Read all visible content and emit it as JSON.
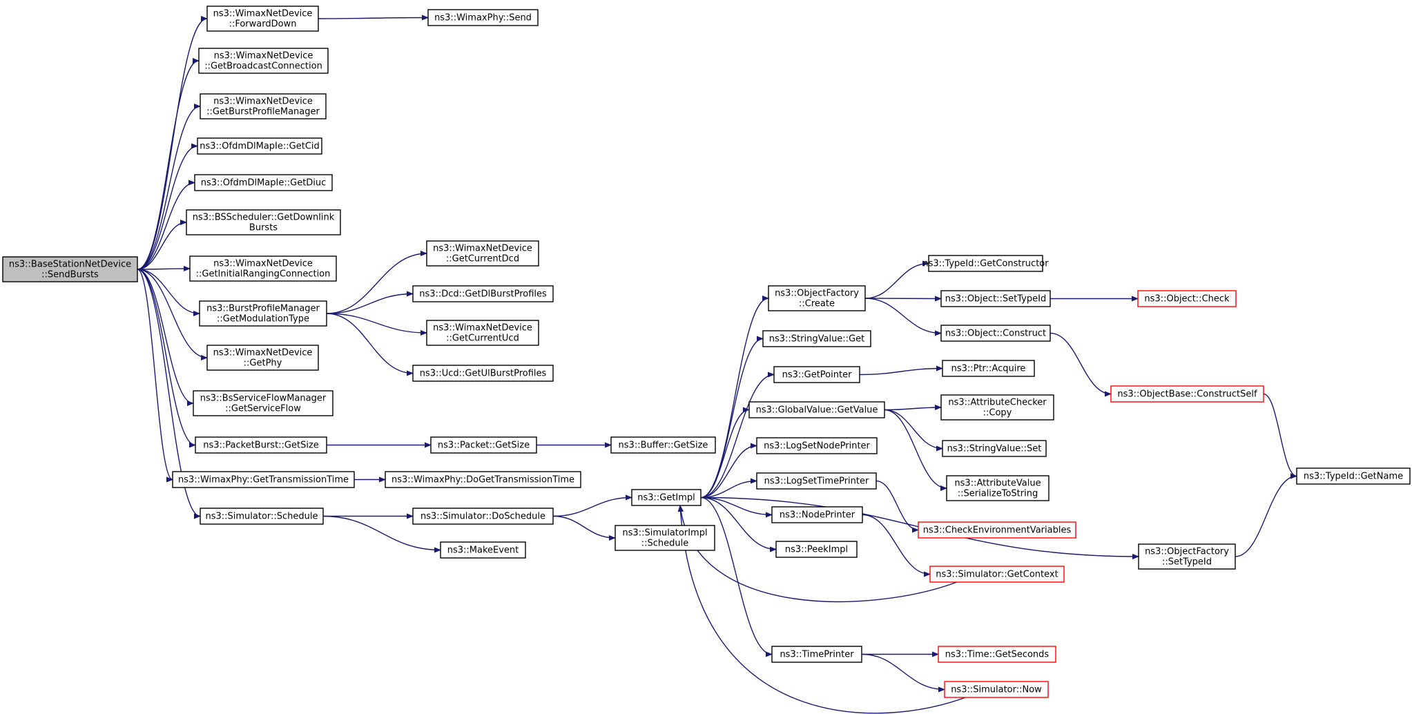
{
  "colors": {
    "edge": "#191970",
    "node_border": "#000000",
    "node_border_external": "#ff0000",
    "node_fill": "#ffffff",
    "root_fill": "#bfbfbf"
  },
  "nodes": [
    {
      "id": "root",
      "lines": [
        "ns3::BaseStationNetDevice",
        "::SendBursts"
      ],
      "style": "root"
    },
    {
      "id": "forwarddown",
      "lines": [
        "ns3::WimaxNetDevice",
        "::ForwardDown"
      ]
    },
    {
      "id": "phy_send",
      "lines": [
        "ns3::WimaxPhy::Send"
      ]
    },
    {
      "id": "getbroadcast",
      "lines": [
        "ns3::WimaxNetDevice",
        "::GetBroadcastConnection"
      ]
    },
    {
      "id": "getburstprofmgr",
      "lines": [
        "ns3::WimaxNetDevice",
        "::GetBurstProfileManager"
      ]
    },
    {
      "id": "getcid",
      "lines": [
        "ns3::OfdmDlMapIe::GetCid"
      ]
    },
    {
      "id": "getdiuc",
      "lines": [
        "ns3::OfdmDlMapIe::GetDiuc"
      ]
    },
    {
      "id": "getdownlink",
      "lines": [
        "ns3::BSScheduler::GetDownlink",
        "Bursts"
      ]
    },
    {
      "id": "getinitranging",
      "lines": [
        "ns3::WimaxNetDevice",
        "::GetInitialRangingConnection"
      ]
    },
    {
      "id": "getmodtype",
      "lines": [
        "ns3::BurstProfileManager",
        "::GetModulationType"
      ]
    },
    {
      "id": "getphy",
      "lines": [
        "ns3::WimaxNetDevice",
        "::GetPhy"
      ]
    },
    {
      "id": "getserviceflow",
      "lines": [
        "ns3::BsServiceFlowManager",
        "::GetServiceFlow"
      ]
    },
    {
      "id": "pb_getsize",
      "lines": [
        "ns3::PacketBurst::GetSize"
      ]
    },
    {
      "id": "gettxtime",
      "lines": [
        "ns3::WimaxPhy::GetTransmissionTime"
      ]
    },
    {
      "id": "sim_schedule",
      "lines": [
        "ns3::Simulator::Schedule"
      ]
    },
    {
      "id": "getcurdcd",
      "lines": [
        "ns3::WimaxNetDevice",
        "::GetCurrentDcd"
      ]
    },
    {
      "id": "getdlburst",
      "lines": [
        "ns3::Dcd::GetDlBurstProfiles"
      ]
    },
    {
      "id": "getcurucd",
      "lines": [
        "ns3::WimaxNetDevice",
        "::GetCurrentUcd"
      ]
    },
    {
      "id": "getulburst",
      "lines": [
        "ns3::Ucd::GetUlBurstProfiles"
      ]
    },
    {
      "id": "pkt_getsize",
      "lines": [
        "ns3::Packet::GetSize"
      ]
    },
    {
      "id": "buf_getsize",
      "lines": [
        "ns3::Buffer::GetSize"
      ]
    },
    {
      "id": "dogettxtime",
      "lines": [
        "ns3::WimaxPhy::DoGetTransmissionTime"
      ]
    },
    {
      "id": "doschedule",
      "lines": [
        "ns3::Simulator::DoSchedule"
      ]
    },
    {
      "id": "makeevent",
      "lines": [
        "ns3::MakeEvent"
      ]
    },
    {
      "id": "getimpl",
      "lines": [
        "ns3::GetImpl"
      ]
    },
    {
      "id": "simimpl_schedule",
      "lines": [
        "ns3::SimulatorImpl",
        "::Schedule"
      ]
    },
    {
      "id": "of_create",
      "lines": [
        "ns3::ObjectFactory",
        "::Create"
      ]
    },
    {
      "id": "sv_get",
      "lines": [
        "ns3::StringValue::Get"
      ]
    },
    {
      "id": "getpointer",
      "lines": [
        "ns3::GetPointer"
      ]
    },
    {
      "id": "gv_getvalue",
      "lines": [
        "ns3::GlobalValue::GetValue"
      ]
    },
    {
      "id": "logsetnodeprinter",
      "lines": [
        "ns3::LogSetNodePrinter"
      ]
    },
    {
      "id": "logsettimeprinter",
      "lines": [
        "ns3::LogSetTimePrinter"
      ]
    },
    {
      "id": "nodeprinter",
      "lines": [
        "ns3::NodePrinter"
      ]
    },
    {
      "id": "peekimpl",
      "lines": [
        "ns3::PeekImpl"
      ]
    },
    {
      "id": "timeprinter",
      "lines": [
        "ns3::TimePrinter"
      ]
    },
    {
      "id": "typeid_getctor",
      "lines": [
        "ns3::TypeId::GetConstructor"
      ]
    },
    {
      "id": "obj_settypeid",
      "lines": [
        "ns3::Object::SetTypeId"
      ]
    },
    {
      "id": "obj_check",
      "lines": [
        "ns3::Object::Check"
      ],
      "style": "red"
    },
    {
      "id": "obj_construct",
      "lines": [
        "ns3::Object::Construct"
      ]
    },
    {
      "id": "ptr_acquire",
      "lines": [
        "ns3::Ptr::Acquire"
      ]
    },
    {
      "id": "attrchecker_copy",
      "lines": [
        "ns3::AttributeChecker",
        "::Copy"
      ]
    },
    {
      "id": "sv_set",
      "lines": [
        "ns3::StringValue::Set"
      ]
    },
    {
      "id": "attrvalue_ser",
      "lines": [
        "ns3::AttributeValue",
        "::SerializeToString"
      ]
    },
    {
      "id": "checkenv",
      "lines": [
        "ns3::CheckEnvironmentVariables"
      ],
      "style": "red"
    },
    {
      "id": "sim_getcontext",
      "lines": [
        "ns3::Simulator::GetContext"
      ],
      "style": "red"
    },
    {
      "id": "time_getseconds",
      "lines": [
        "ns3::Time::GetSeconds"
      ],
      "style": "red"
    },
    {
      "id": "sim_now",
      "lines": [
        "ns3::Simulator::Now"
      ],
      "style": "red"
    },
    {
      "id": "objbase_constructself",
      "lines": [
        "ns3::ObjectBase::ConstructSelf"
      ],
      "style": "red"
    },
    {
      "id": "of_settypeid",
      "lines": [
        "ns3::ObjectFactory",
        "::SetTypeId"
      ]
    },
    {
      "id": "typeid_getname",
      "lines": [
        "ns3::TypeId::GetName"
      ]
    }
  ],
  "edges": [
    [
      "root",
      "forwarddown"
    ],
    [
      "root",
      "getbroadcast"
    ],
    [
      "root",
      "getburstprofmgr"
    ],
    [
      "root",
      "getcid"
    ],
    [
      "root",
      "getdiuc"
    ],
    [
      "root",
      "getdownlink"
    ],
    [
      "root",
      "getinitranging"
    ],
    [
      "root",
      "getmodtype"
    ],
    [
      "root",
      "getphy"
    ],
    [
      "root",
      "getserviceflow"
    ],
    [
      "root",
      "pb_getsize"
    ],
    [
      "root",
      "gettxtime"
    ],
    [
      "root",
      "sim_schedule"
    ],
    [
      "forwarddown",
      "phy_send"
    ],
    [
      "getmodtype",
      "getcurdcd"
    ],
    [
      "getmodtype",
      "getdlburst"
    ],
    [
      "getmodtype",
      "getcurucd"
    ],
    [
      "getmodtype",
      "getulburst"
    ],
    [
      "pb_getsize",
      "pkt_getsize"
    ],
    [
      "pkt_getsize",
      "buf_getsize"
    ],
    [
      "gettxtime",
      "dogettxtime"
    ],
    [
      "sim_schedule",
      "doschedule"
    ],
    [
      "sim_schedule",
      "makeevent"
    ],
    [
      "doschedule",
      "getimpl"
    ],
    [
      "doschedule",
      "simimpl_schedule"
    ],
    [
      "getimpl",
      "of_create"
    ],
    [
      "getimpl",
      "sv_get"
    ],
    [
      "getimpl",
      "getpointer"
    ],
    [
      "getimpl",
      "gv_getvalue"
    ],
    [
      "getimpl",
      "logsetnodeprinter"
    ],
    [
      "getimpl",
      "logsettimeprinter"
    ],
    [
      "getimpl",
      "nodeprinter"
    ],
    [
      "getimpl",
      "peekimpl"
    ],
    [
      "getimpl",
      "timeprinter"
    ],
    [
      "getimpl",
      "of_settypeid"
    ],
    [
      "of_create",
      "typeid_getctor"
    ],
    [
      "of_create",
      "obj_settypeid"
    ],
    [
      "of_create",
      "obj_construct"
    ],
    [
      "obj_settypeid",
      "obj_check"
    ],
    [
      "obj_construct",
      "objbase_constructself"
    ],
    [
      "getpointer",
      "ptr_acquire"
    ],
    [
      "gv_getvalue",
      "attrchecker_copy"
    ],
    [
      "gv_getvalue",
      "sv_set"
    ],
    [
      "gv_getvalue",
      "attrvalue_ser"
    ],
    [
      "logsettimeprinter",
      "checkenv"
    ],
    [
      "nodeprinter",
      "sim_getcontext"
    ],
    [
      "sim_getcontext",
      "getimpl"
    ],
    [
      "timeprinter",
      "time_getseconds"
    ],
    [
      "timeprinter",
      "sim_now"
    ],
    [
      "sim_now",
      "getimpl"
    ],
    [
      "objbase_constructself",
      "typeid_getname"
    ],
    [
      "of_settypeid",
      "typeid_getname"
    ]
  ]
}
